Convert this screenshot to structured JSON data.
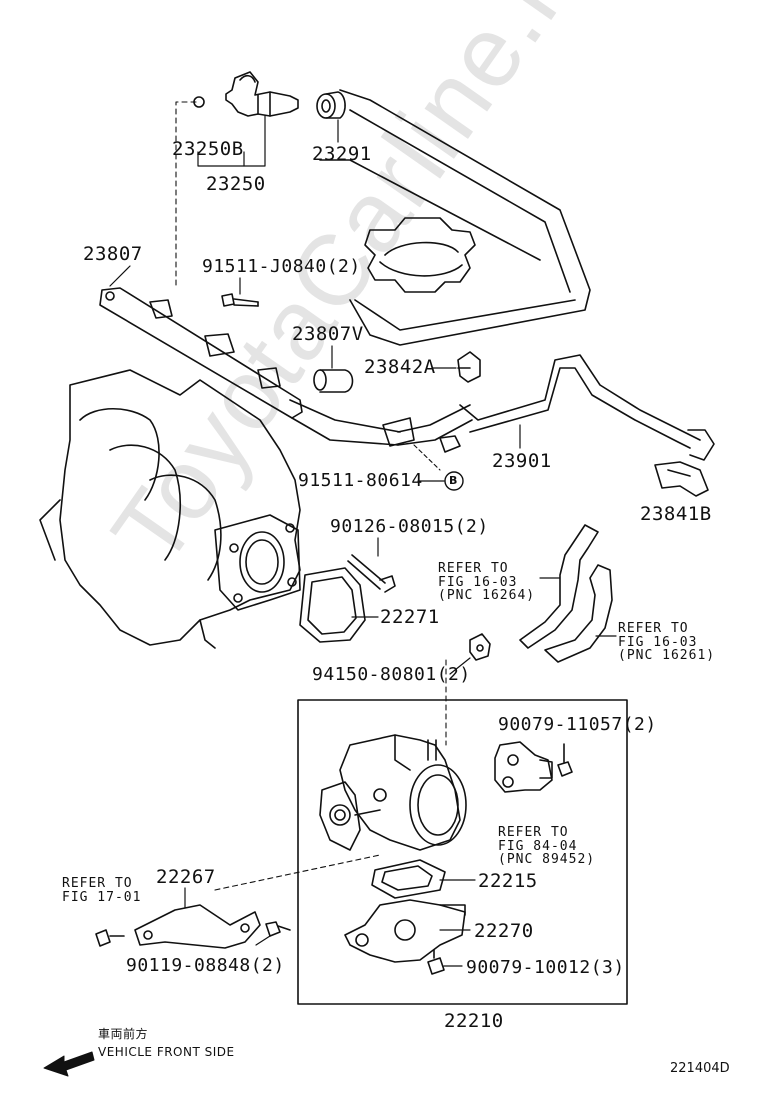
{
  "watermark": "ToyotaCarline.ru",
  "diagram_id": "221404D",
  "direction": {
    "jp": "車両前方",
    "en": "VEHICLE FRONT SIDE"
  },
  "circle_letter": "B",
  "parts": {
    "p23250B": "23250B",
    "p23250": "23250",
    "p23291": "23291",
    "p23807": "23807",
    "p91511J": "91511-J0840(2)",
    "p23807V": "23807V",
    "p23842A": "23842A",
    "p23901": "23901",
    "p9151180614": "91511-80614",
    "p23841B": "23841B",
    "p90126": "90126-08015(2)",
    "p22271": "22271",
    "p94150": "94150-80801(2)",
    "p90079a": "90079-11057(2)",
    "p22267": "22267",
    "p22215": "22215",
    "p22270": "22270",
    "p90119": "90119-08848(2)",
    "p90079b": "90079-10012(3)",
    "p22210": "22210"
  },
  "refs": {
    "r1": "REFER TO\nFIG 16-03\n(PNC 16264)",
    "r2": "REFER TO\nFIG 16-03\n(PNC 16261)",
    "r3": "REFER TO\nFIG 84-04\n(PNC 89452)",
    "r4": "REFER TO\nFIG 17-01"
  }
}
